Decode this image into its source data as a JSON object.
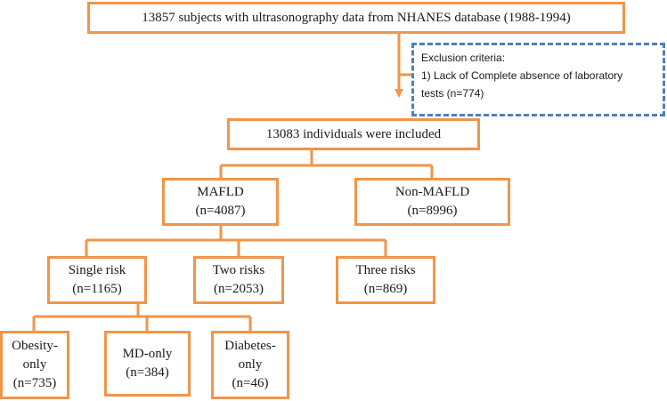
{
  "flowchart": {
    "top": "13857 subjects with ultrasonography data from NHANES database (1988-1994)",
    "exclusion": {
      "title": "Exclusion criteria:",
      "line1": "1) Lack of Complete absence of laboratory",
      "line2": "tests (n=774)"
    },
    "included": "13083 individuals were included",
    "mafld": {
      "label": "MAFLD",
      "n": "(n=4087)"
    },
    "non_mafld": {
      "label": "Non-MAFLD",
      "n": "(n=8996)"
    },
    "single_risk": {
      "label": "Single risk",
      "n": "(n=1165)"
    },
    "two_risks": {
      "label": "Two risks",
      "n": "(n=2053)"
    },
    "three_risks": {
      "label": "Three risks",
      "n": "(n=869)"
    },
    "obesity_only": {
      "line1": "Obesity-",
      "line2": "only",
      "n": "(n=735)"
    },
    "md_only": {
      "label": "MD-only",
      "n": "(n=384)"
    },
    "diabetes_only": {
      "line1": "Diabetes-",
      "line2": "only",
      "n": "(n=46)"
    }
  },
  "colors": {
    "box_border": "#F0954A",
    "connector": "#F0954A",
    "exclusion_border": "#4F7FC0"
  }
}
